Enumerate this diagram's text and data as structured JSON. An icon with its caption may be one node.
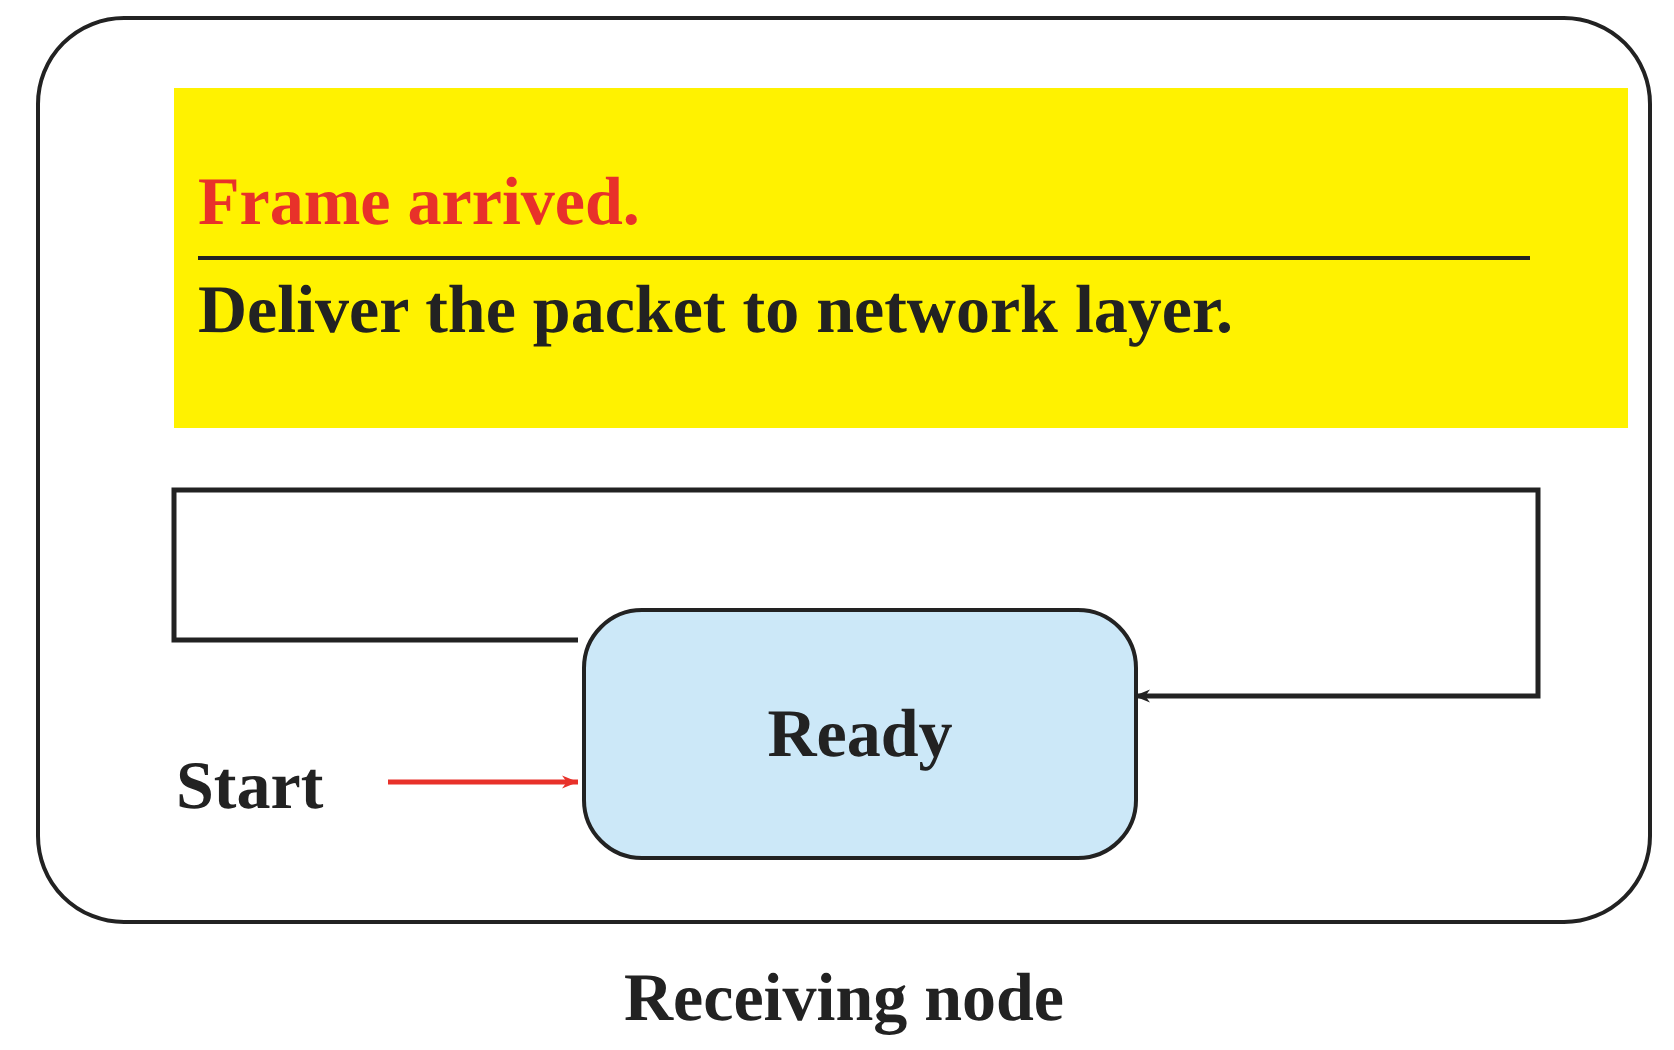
{
  "diagram": {
    "nodes": [
      {
        "text": [
          "Receiving node"
        ]
      },
      {
        "text": [
          "Frame arrived.",
          "Deliver the packet to network layer."
        ],
        "in": 0
      },
      {
        "text": [
          "Ready"
        ],
        "in": 0
      },
      {
        "text": [
          "Start"
        ],
        "in": 0
      }
    ],
    "edges": [
      {
        "from": 3,
        "to": 2,
        "arrow": "to",
        "color": "#e8312a"
      },
      {
        "from": 2,
        "to": 2,
        "arrow": "to",
        "color": "#222222"
      }
    ]
  }
}
